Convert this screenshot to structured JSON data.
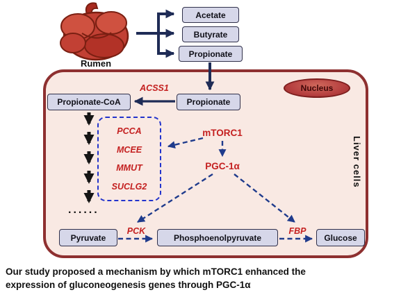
{
  "colors": {
    "enzyme_red": "#c42020",
    "arrow_navy": "#1f2c56",
    "dashed_blue": "#1f3b8c",
    "box_fill": "#d6d7e9",
    "box_border": "#30304a",
    "liver_fill": "#f9e9e3",
    "liver_border": "#8e3030",
    "nucleus_fill": "#b64040",
    "nucleus_border": "#7c1d1d",
    "gene_box_blue": "#2233cc"
  },
  "top": {
    "rumen_label": "Rumen",
    "scfa_boxes": [
      "Acetate",
      "Butyrate",
      "Propionate"
    ]
  },
  "liver": {
    "label": "Liver cells",
    "nucleus_label": "Nucleus",
    "propionate_coa": "Propionate-CoA",
    "propionate": "Propionate",
    "acss1": "ACSS1",
    "genes": [
      "PCCA",
      "MCEE",
      "MMUT",
      "SUCLG2"
    ],
    "mtorc1": "mTORC1",
    "pgc1a": "PGC-1α",
    "ellipsis": "......",
    "pyruvate": "Pyruvate",
    "pck": "PCK",
    "pep": "Phosphoenolpyruvate",
    "fbp": "FBP",
    "glucose": "Glucose"
  },
  "caption": {
    "line1": "Our study proposed a mechanism by which mTORC1 enhanced the",
    "line2": "expression of gluconeogenesis genes through PGC-1α"
  }
}
